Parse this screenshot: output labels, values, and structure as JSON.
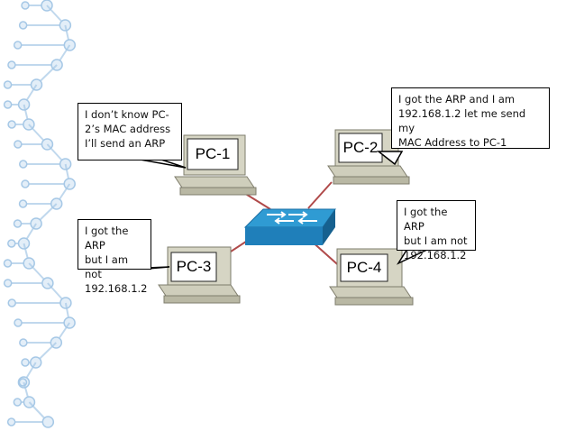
{
  "nodes": {
    "pc1": {
      "label": "PC-1"
    },
    "pc2": {
      "label": "PC-2"
    },
    "pc3": {
      "label": "PC-3"
    },
    "pc4": {
      "label": "PC-4"
    }
  },
  "callouts": {
    "pc1": "I don’t know PC-\n2’s MAC address\nI’ll send an ARP",
    "pc2": "I got the ARP and I am\n192.168.1.2 let me send my\nMAC Address to PC-1",
    "pc3": "I got the ARP\nbut I am not\n192.168.1.2",
    "pc4": "I got the ARP\nbut I am not\n192.168.1.2"
  },
  "colors": {
    "link": "#b04a4a",
    "switch_top": "#2f9bd3",
    "switch_side": "#1b6fa4",
    "pc_body": "#d6d5c4",
    "pc_shadow": "#a9a893",
    "decoration": "#a6c8e6"
  }
}
